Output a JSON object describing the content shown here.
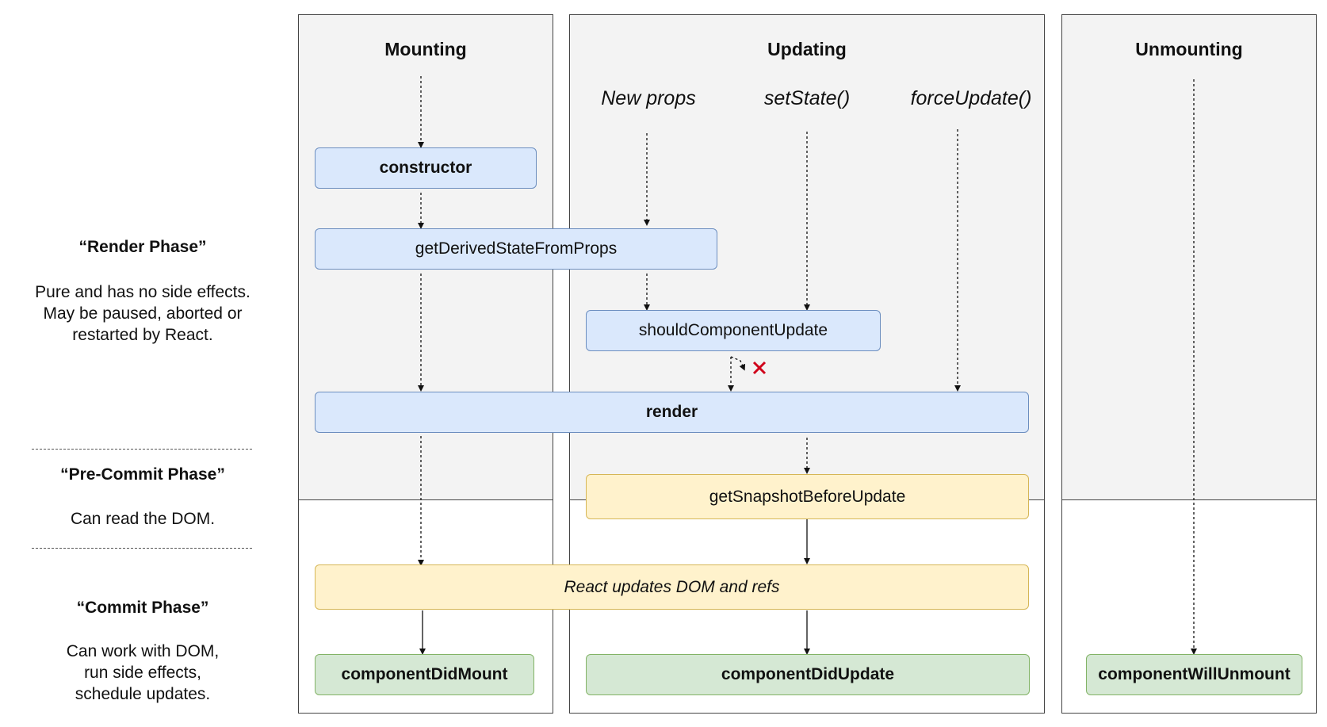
{
  "columns": {
    "mounting": "Mounting",
    "updating": "Updating",
    "unmounting": "Unmounting"
  },
  "triggers": {
    "new_props": "New props",
    "set_state": "setState()",
    "force_update": "forceUpdate()"
  },
  "methods": {
    "constructor": "constructor",
    "get_derived_state": "getDerivedStateFromProps",
    "should_component_update": "shouldComponentUpdate",
    "render": "render",
    "get_snapshot": "getSnapshotBeforeUpdate",
    "react_updates": "React updates DOM and refs",
    "component_did_mount": "componentDidMount",
    "component_did_update": "componentDidUpdate",
    "component_will_unmount": "componentWillUnmount"
  },
  "phases": {
    "render": {
      "title": "“Render Phase”",
      "desc1": "Pure and has no side effects.",
      "desc2": "May be paused, aborted or",
      "desc3": "restarted by React."
    },
    "pre_commit": {
      "title": "“Pre-Commit Phase”",
      "desc1": "Can read the DOM."
    },
    "commit": {
      "title": "“Commit Phase”",
      "desc1": "Can work with DOM,",
      "desc2": "run side effects,",
      "desc3": "schedule updates."
    }
  },
  "colors": {
    "render_fill": "#dae8fc",
    "render_border": "#6c8ebf",
    "precommit_fill": "#fff2cc",
    "precommit_border": "#d6b656",
    "commit_fill": "#d5e8d4",
    "commit_border": "#82b366",
    "cancel_mark": "#d0021b"
  },
  "icons": {
    "cancel": "cross-icon"
  }
}
